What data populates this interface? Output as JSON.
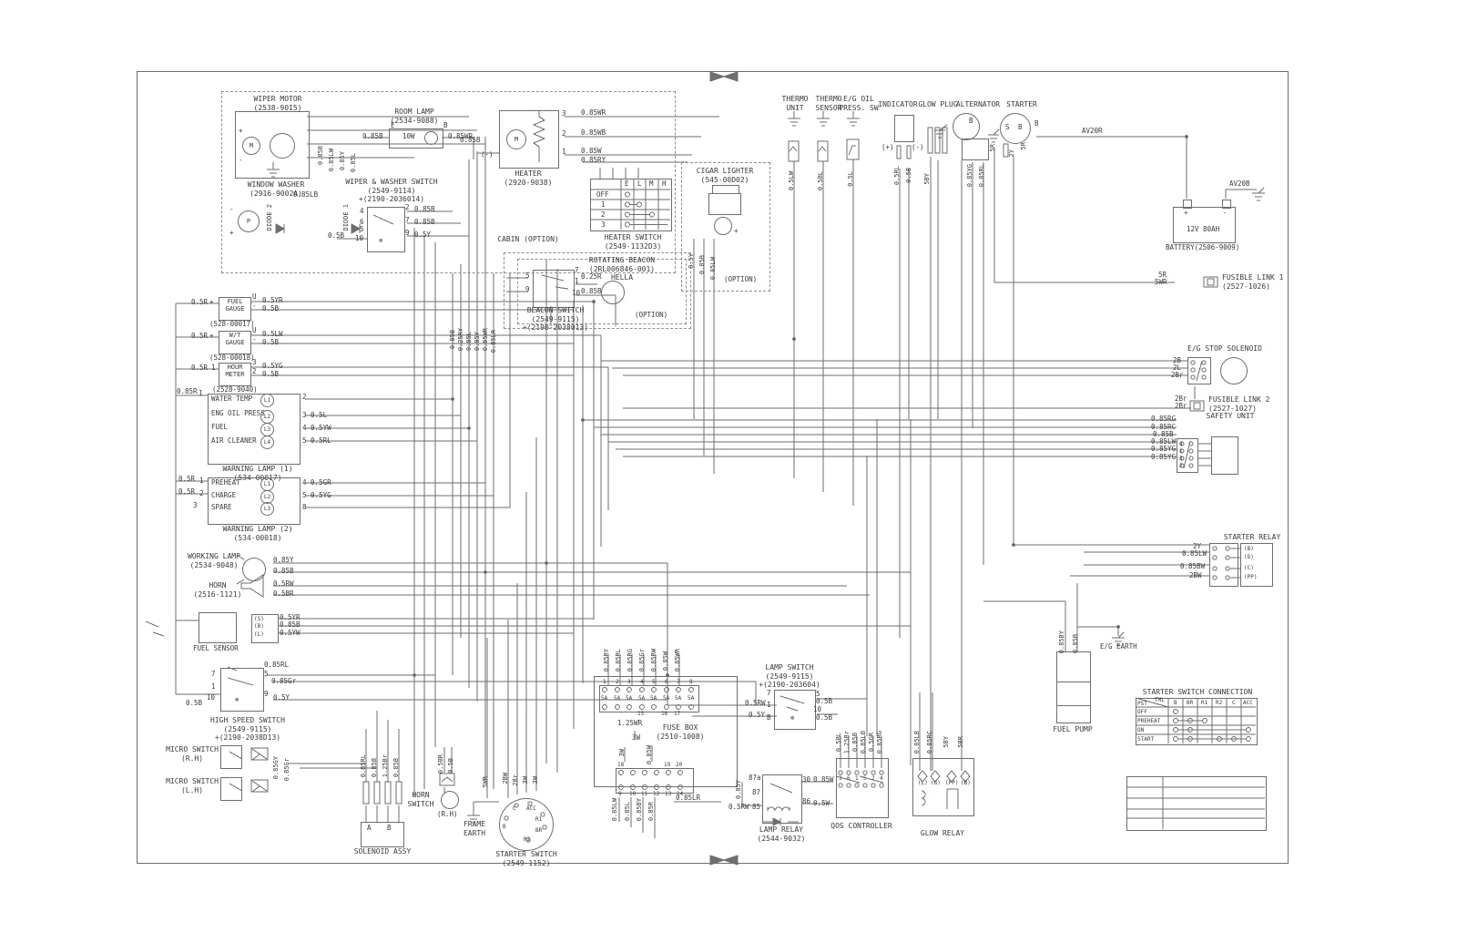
{
  "palette": {
    "background": "#ffffff",
    "line": "#6e6e6e",
    "text": "#3a3a3a"
  },
  "frame": {
    "cabin_option": "CABIN (OPTION)"
  },
  "wiper_motor": {
    "title": "WIPER MOTOR\n(2538-9015)",
    "motor": "M",
    "plus": "+",
    "minus": "-",
    "wires": [
      "0.85B",
      "0.85LW",
      "0.85Y",
      "0.85L"
    ]
  },
  "window_washer": {
    "title": "WINDOW WASHER\n(2916-9002A)",
    "pump": "P",
    "diode1": "DIODE 1",
    "diode2": "DIODE 2",
    "wire_lb": "0.85LB",
    "wire_b": "0.5B",
    "plus": "+",
    "minus": "-"
  },
  "wiper_switch": {
    "title": "WIPER & WASHER SWITCH\n(2549-9114)\n+(2190-2036014)",
    "pins_left": [
      "4",
      "6",
      "5",
      "10"
    ],
    "pins_right": [
      "2",
      "7",
      "9"
    ],
    "wires_right": [
      "0.85B",
      "0.85B",
      "0.5Y"
    ]
  },
  "room_lamp": {
    "title": "ROOM LAMP\n(2534-9088)",
    "wire_left": "0.85B",
    "term_left": "E",
    "rating": "10W",
    "term_right": "B",
    "wire_right": "0.85WR"
  },
  "heater": {
    "title": "HEATER\n(2920-9038)",
    "motor": "M",
    "minus": "(-)",
    "wire_b": "0.85B",
    "pins": [
      "3",
      "2",
      "1"
    ],
    "wires": [
      "0.85WR",
      "0.85WB",
      "0.85W",
      "0.85RY"
    ]
  },
  "heater_switch": {
    "title": "HEATER SWITCH\n(2549-1132D3)",
    "cols": [
      "E",
      "L",
      "M",
      "H"
    ],
    "rows": [
      "OFF",
      "1",
      "2",
      "3"
    ],
    "connections": [
      [
        "E"
      ],
      [
        "E",
        "L"
      ],
      [
        "E",
        "M"
      ],
      [
        "E",
        "H"
      ]
    ]
  },
  "beacon": {
    "title": "ROTATING BEACON\n(2RL006846-001)\nHELLA",
    "switch_title": "BEACON SWITCH\n(2549-9115)\n+(2190-2038013)",
    "option": "(OPTION)",
    "pins": [
      "5",
      "7",
      "9",
      "1",
      "10"
    ],
    "wires": [
      "0.25R",
      "0.85B"
    ]
  },
  "cigar": {
    "title": "CIGAR LIGHTER\n(545-00D02)",
    "option": "(OPTION)",
    "plus": "+",
    "wires": [
      "0.5Y",
      "0.85B",
      "0.85LW"
    ]
  },
  "thermo_unit": {
    "title": "THERMO\nUNIT",
    "wire": "0.5LW"
  },
  "thermo_sensor": {
    "title": "THERMO\nSENSOR",
    "wire": "0.5BL"
  },
  "oil_press": {
    "title": "E/G OIL\nPRESS. SW",
    "wire": "0.5L"
  },
  "indicator": {
    "title": "INDICATOR",
    "plus": "(+)",
    "minus": "(-)",
    "wires": [
      "0.5RL",
      "0.5B"
    ]
  },
  "glow_plug": {
    "title": "GLOW PLUG",
    "wire": "5BY"
  },
  "alternator": {
    "title": "ALTERNATOR",
    "term_b": "B",
    "wires": [
      "0.85YG",
      "0.85RL",
      "5R"
    ]
  },
  "starter": {
    "title": "STARTER",
    "term_s": "S",
    "term_b": "B",
    "term_b2": "B",
    "wires": [
      "2Y",
      "5R"
    ],
    "cable": "AV20R"
  },
  "battery": {
    "title": "BATTERY(2506-9009)",
    "rating": "12V 80AH",
    "plus": "+",
    "minus": "-",
    "cable": "AV20B"
  },
  "fusible_link1": {
    "title": "FUSIBLE LINK 1\n(2527-1026)",
    "wires": [
      "5R",
      "5WR"
    ]
  },
  "eg_stop": {
    "title": "E/G STOP SOLENOID",
    "wires": [
      "2B",
      "2L",
      "2Br"
    ]
  },
  "fusible_link2": {
    "title": "FUSIBLE LINK 2\n(2527-1027)",
    "wires": [
      "2Br",
      "2Br"
    ]
  },
  "safety_unit": {
    "title": "SAFETY UNIT",
    "wires": [
      "0.85RG",
      "0.85RC",
      "0.85B",
      "0.85LW",
      "0.85YG",
      "0.85YG"
    ],
    "pins": [
      "4",
      "1",
      "3",
      "2"
    ]
  },
  "starter_relay": {
    "title": "STARTER RELAY",
    "wires": [
      "2Y",
      "0.85LW",
      "0.85BW",
      "2BW"
    ],
    "terms": [
      "(B)",
      "(D)",
      "(C)",
      "(PP)"
    ]
  },
  "eg_earth": {
    "title": "E/G EARTH"
  },
  "fuel_pump": {
    "title": "FUEL PUMP",
    "wires": [
      "0.85BY",
      "0.85B"
    ]
  },
  "ssc": {
    "title": "STARTER SWITCH CONNECTION",
    "corner_top": "TML",
    "corner_bottom": "PST",
    "cols": [
      "B",
      "BR",
      "R1",
      "R2",
      "C",
      "ACC"
    ],
    "rows": [
      "OFF",
      "PREHEAT",
      "ON",
      "START"
    ],
    "connections": [
      [
        "B"
      ],
      [
        "B",
        "BR",
        "R1"
      ],
      [
        "B",
        "BR",
        "ACC"
      ],
      [
        "B",
        "BR",
        "R2",
        "C",
        "ACC"
      ]
    ]
  },
  "fuel_gauge": {
    "name": "FUEL\nGAUGE",
    "part": "(528-00017)",
    "wire_in": "0.5R",
    "plus": "+",
    "u": "U",
    "minus": "-",
    "wire_u": "0.5YR",
    "wire_m": "0.5B"
  },
  "wt_gauge": {
    "name": "W/T\nGAUGE",
    "part": "(528-00018)",
    "wire_in": "0.5R",
    "plus": "+",
    "u": "U",
    "minus": "-",
    "wire_u": "0.5LW",
    "wire_m": "0.5B"
  },
  "hour_meter": {
    "name": "HOUR\nMETER",
    "part": "(2528-9040)",
    "wire_in": "0.5R",
    "pin_in": "1",
    "pin3": "3",
    "pin2": "2",
    "wire3": "0.5YG",
    "wire2": "0.5B"
  },
  "warning1": {
    "title": "WARNING LAMP (1)\n(534-00017)",
    "wire_in": "0.85R",
    "pin_in": "1",
    "rows": [
      {
        "label": "WATER TEMP",
        "lamp": "L1",
        "out": "2"
      },
      {
        "label": "ENG OIL PRESS",
        "lamp": "L2",
        "out": "3 0.5L"
      },
      {
        "label": "FUEL",
        "lamp": "L3",
        "out": "4 0.5YW"
      },
      {
        "label": "AIR CLEANER",
        "lamp": "L4",
        "out": "5 0.5RL"
      }
    ]
  },
  "warning2": {
    "title": "WARNING LAMP (2)\n(534-00018)",
    "in1": "0.5R",
    "p1": "1",
    "in2": "0.5R",
    "p2": "2",
    "p3": "3",
    "rows": [
      {
        "label": "PREHEAT",
        "lamp": "L1",
        "out": "4 0.5GR"
      },
      {
        "label": "CHARGE",
        "lamp": "L2",
        "out": "5 0.5YG"
      },
      {
        "label": "SPARE",
        "lamp": "L3",
        "out": "8"
      }
    ]
  },
  "working_lamp": {
    "title": "WORKING LAMP\n(2534-9048)",
    "wires": [
      "0.85Y",
      "0.85B"
    ]
  },
  "horn": {
    "title": "HORN\n(2516-1121)",
    "wires": [
      "0.5RW",
      "0.5BR"
    ]
  },
  "fuel_sensor": {
    "title": "FUEL SENSOR",
    "pins": [
      "(S)",
      "(B)",
      "(L)"
    ],
    "wires": [
      "0.5YR",
      "0.85B",
      "0.5YW"
    ]
  },
  "hss": {
    "title": "HIGH SPEED SWITCH\n(2549-9115)\n+(2190-2038D13)",
    "wire_top": "0.85RL",
    "pins_left": [
      "7",
      "1",
      "10"
    ],
    "pins_right": [
      "5",
      "9"
    ],
    "wire5": "0.85Gr",
    "wire9": "0.5Y",
    "wire_b": "0.5B"
  },
  "micro_rh": {
    "title": "MICRO SWITCH\n(R.H)"
  },
  "micro_lh": {
    "title": "MICRO SWITCH\n(L.H)"
  },
  "micro_wires": [
    "0.85GY",
    "0.85Gr"
  ],
  "solenoid_assy": {
    "title": "SOLENOID ASSY",
    "a": "A",
    "b": "B",
    "wires": [
      "0.85RL",
      "0.85B",
      "1.25Br",
      "0.85B"
    ]
  },
  "horn_switch": {
    "title": "HORN\nSWITCH",
    "rh": "(R.H)",
    "wires": [
      "0.5BR",
      "0.5B"
    ]
  },
  "frame_earth": {
    "title": "FRAME\nEARTH"
  },
  "starter_switch": {
    "title": "STARTER SWITCH\n(2549-1152)",
    "terms": [
      "B",
      "ACC",
      "R1",
      "BR",
      "R2",
      "C"
    ],
    "wires": [
      "5WR",
      "2BW",
      "2Br",
      "3W",
      "3W"
    ]
  },
  "fuse_box": {
    "title": "FUSE BOX\n(2510-1008)",
    "fuse": "5A",
    "feed": "1.25WR",
    "feed2": "3W",
    "feed3": "3W",
    "feed4": "0.85W",
    "top_wires": [
      "0.85RY",
      "0.85RL",
      "0.85RG",
      "0.85Gr",
      "0.85RW",
      "0.85W",
      "0.85WR"
    ],
    "top_pins": [
      "1",
      "2",
      "3",
      "4",
      "5",
      "6",
      "7",
      "8"
    ],
    "mid_pins": [
      "15",
      "16",
      "17"
    ],
    "row2_top": [
      "18",
      "19",
      "20"
    ],
    "row2_bottom": [
      "9",
      "10",
      "11",
      "12",
      "13",
      "14"
    ],
    "bottom_wires": [
      "0.85LW",
      "0.85L",
      "0.85BY",
      "0.85R"
    ],
    "out_lr": "0.85LR"
  },
  "lamp_switch": {
    "title": "LAMP SWITCH\n(2549-9115)\n+(2190-203604)",
    "pins_left": [
      "7",
      "1",
      "B"
    ],
    "pins_right": [
      "5",
      "10"
    ],
    "wires_left": [
      "0.5RW",
      "0.5Y"
    ],
    "wires_right": [
      "0.5B",
      "0.5B"
    ]
  },
  "lamp_relay": {
    "title": "LAMP RELAY\n(2544-9032)",
    "pins": [
      "87a",
      "87",
      "85",
      "30",
      "86"
    ],
    "wire30": "0.85W",
    "wire86": "0.5W",
    "wire_y": "0.85Y",
    "wire_rw": "0.5RW"
  },
  "qos": {
    "title": "QOS CONTROLLER",
    "pins": [
      "3",
      "6",
      "1",
      "5",
      "2",
      "4"
    ],
    "wires": [
      "0.5BL",
      "1.25Br",
      "0.85B",
      "0.85LB",
      "0.5GR",
      "0.85RG"
    ]
  },
  "glow_relay": {
    "title": "GLOW RELAY",
    "terms": [
      "(L)",
      "(G)",
      "(PP)",
      "(B)"
    ],
    "wires": [
      "0.85LB",
      "0.85RC",
      "5BY",
      "5BR"
    ]
  },
  "bus": {
    "wires": [
      "0.85B",
      "0.25RY",
      "0.85L",
      "0.85Y",
      "0.85WR",
      "0.85LR"
    ]
  }
}
